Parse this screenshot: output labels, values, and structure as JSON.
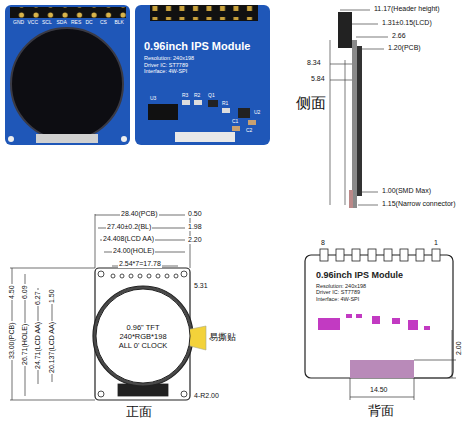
{
  "diagram": {
    "nodes": [
      {
        "text": [
          "0.96inch IPS Module",
          "Resolution: 240x198",
          "Driver IC: ST7789",
          "Interface: 4W-SPI"
        ]
      },
      {
        "text": [
          "0.96\" TFT",
          "240*RGB*198",
          "ALL 0' CLOCK"
        ]
      },
      {
        "text": [
          "0.96inch IPS Module",
          "Resolution: 240x198",
          "Driver IC: ST7789",
          "Interface: 4W-SPI"
        ]
      }
    ],
    "labels": [
      "GND",
      "VCC",
      "SCL",
      "SDA",
      "RES",
      "DC",
      "CS",
      "BLK",
      "U3",
      "R3",
      "R2",
      "Q1",
      "R1",
      "U2",
      "C1",
      "C2",
      "11.17(Header height)",
      "1.31±0.15(LCD)",
      "2.66",
      "1.20(PCB)",
      "8.34",
      "5.84",
      "侧面",
      "1.00(SMD Max)",
      "1.15(Narrow connector)",
      "28.40(PCB)",
      "0.50",
      "27.40±0.2(BL)",
      "1.98",
      "24.408(LCD AA)",
      "2.20",
      "24.00(HOLE)",
      "2.54*7=17.78",
      "5.31",
      "4.50",
      "6.09",
      "6.27",
      "1.50",
      "33.00(PCB)",
      "26.71(HOLE)",
      "24.71(LCD AA)",
      "20.137(LCD AA)",
      "易撕贴",
      "正面",
      "4-R2.00",
      "8",
      "1",
      "2.00",
      "14.50",
      "背面"
    ]
  }
}
